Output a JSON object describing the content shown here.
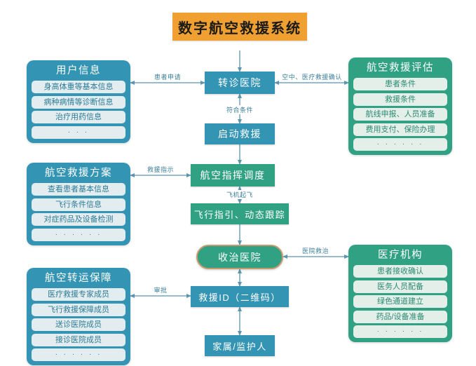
{
  "title": {
    "text": "数字航空救援系统",
    "bg": "#f0a030"
  },
  "colors": {
    "blue": "#3494b4",
    "green": "#30a183",
    "item_blue_bg": "#e3edef",
    "item_green_bg": "#e4efea",
    "edge": "#5b95ae",
    "pill_border": "#c79a6b"
  },
  "panels": {
    "user_info": {
      "title": "用户信息",
      "items": [
        "身高体重等基本信息",
        "病种病情等诊断信息",
        "治疗用药信息",
        "· · ·"
      ]
    },
    "rescue_plan": {
      "title": "航空救援方案",
      "items": [
        "查看患者基本信息",
        "飞行条件信息",
        "对症药品及设备检测",
        "· · · · · ·"
      ]
    },
    "transfer_support": {
      "title": "航空转运保障",
      "items": [
        "医疗救援专家成员",
        "飞行救援保障成员",
        "送诊医院成员",
        "接诊医院成员",
        "· · · · · ·"
      ]
    },
    "rescue_assessment": {
      "title": "航空救援评估",
      "items": [
        "患者条件",
        "救援条件",
        "航线申报、人员准备",
        "费用支付、保险办理",
        "· · · · · ·"
      ]
    },
    "medical_org": {
      "title": "医疗机构",
      "items": [
        "患者接收确认",
        "医务人员配备",
        "绿色通道建立",
        "药品/设备准备",
        "· · · · · ·"
      ]
    }
  },
  "nodes": {
    "referral_hospital": "转诊医院",
    "start_rescue": "启动救援",
    "air_command": "航空指挥调度",
    "flight_guidance": "飞行指引、动态跟踪",
    "treating_hospital": "收治医院",
    "rescue_id": "救援ID（二维码）",
    "family_guardian": "家属/监护人"
  },
  "edge_labels": {
    "patient_application": "患者申请",
    "air_medical_confirm": "空中、医疗救援确认",
    "meets_conditions": "符合条件",
    "rescue_instruction": "救援指示",
    "aircraft_takeoff": "飞机起飞",
    "hospital_treatment": "医院救治",
    "approval": "审批"
  }
}
